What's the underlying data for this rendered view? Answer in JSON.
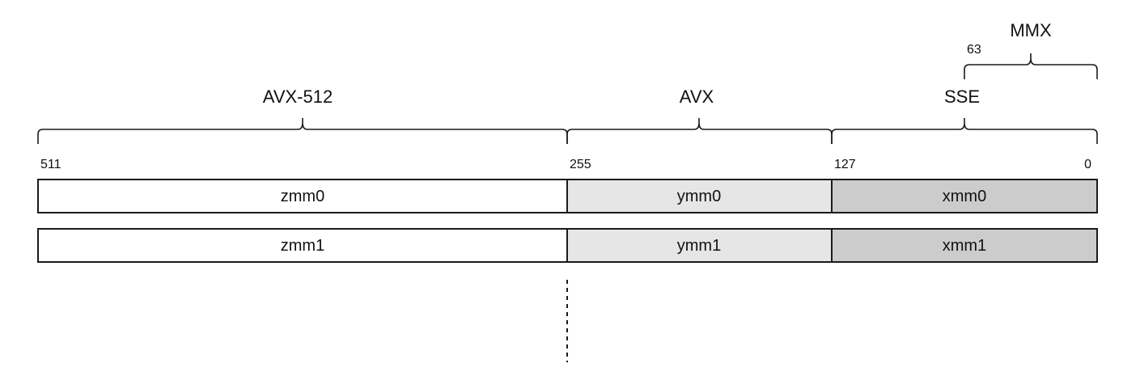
{
  "extensions": {
    "avx512": "AVX-512",
    "avx": "AVX",
    "sse": "SSE",
    "mmx": "MMX"
  },
  "bit_positions": {
    "b511": "511",
    "b255": "255",
    "b127": "127",
    "b0": "0",
    "b63": "63"
  },
  "registers": [
    {
      "zmm": "zmm0",
      "ymm": "ymm0",
      "xmm": "xmm0"
    },
    {
      "zmm": "zmm1",
      "ymm": "ymm1",
      "xmm": "xmm1"
    }
  ],
  "colors": {
    "zmm_fill": "#ffffff",
    "ymm_fill": "#e6e6e6",
    "xmm_fill": "#cccccc",
    "stroke": "#1a1a1a"
  }
}
